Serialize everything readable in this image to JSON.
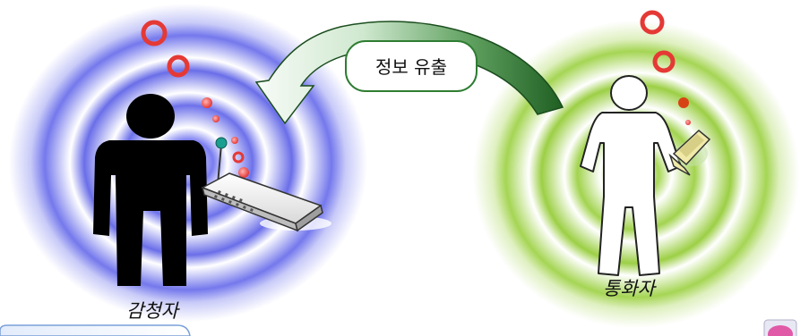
{
  "labels": {
    "eavesdropper": "감청자",
    "caller": "통화자",
    "leak": "정보 유출"
  },
  "colors": {
    "left_zone": "#5a5fe0",
    "right_zone": "#9acd32",
    "arrow_dark": "#2e7d32",
    "arrow_light": "#e8f5e9",
    "bubble_red": "#e53935",
    "figure_black": "#000000"
  },
  "icons": {
    "wiretap_device": "network-hub-icon",
    "phone": "mobile-phone-icon",
    "antenna": "antenna-icon"
  }
}
